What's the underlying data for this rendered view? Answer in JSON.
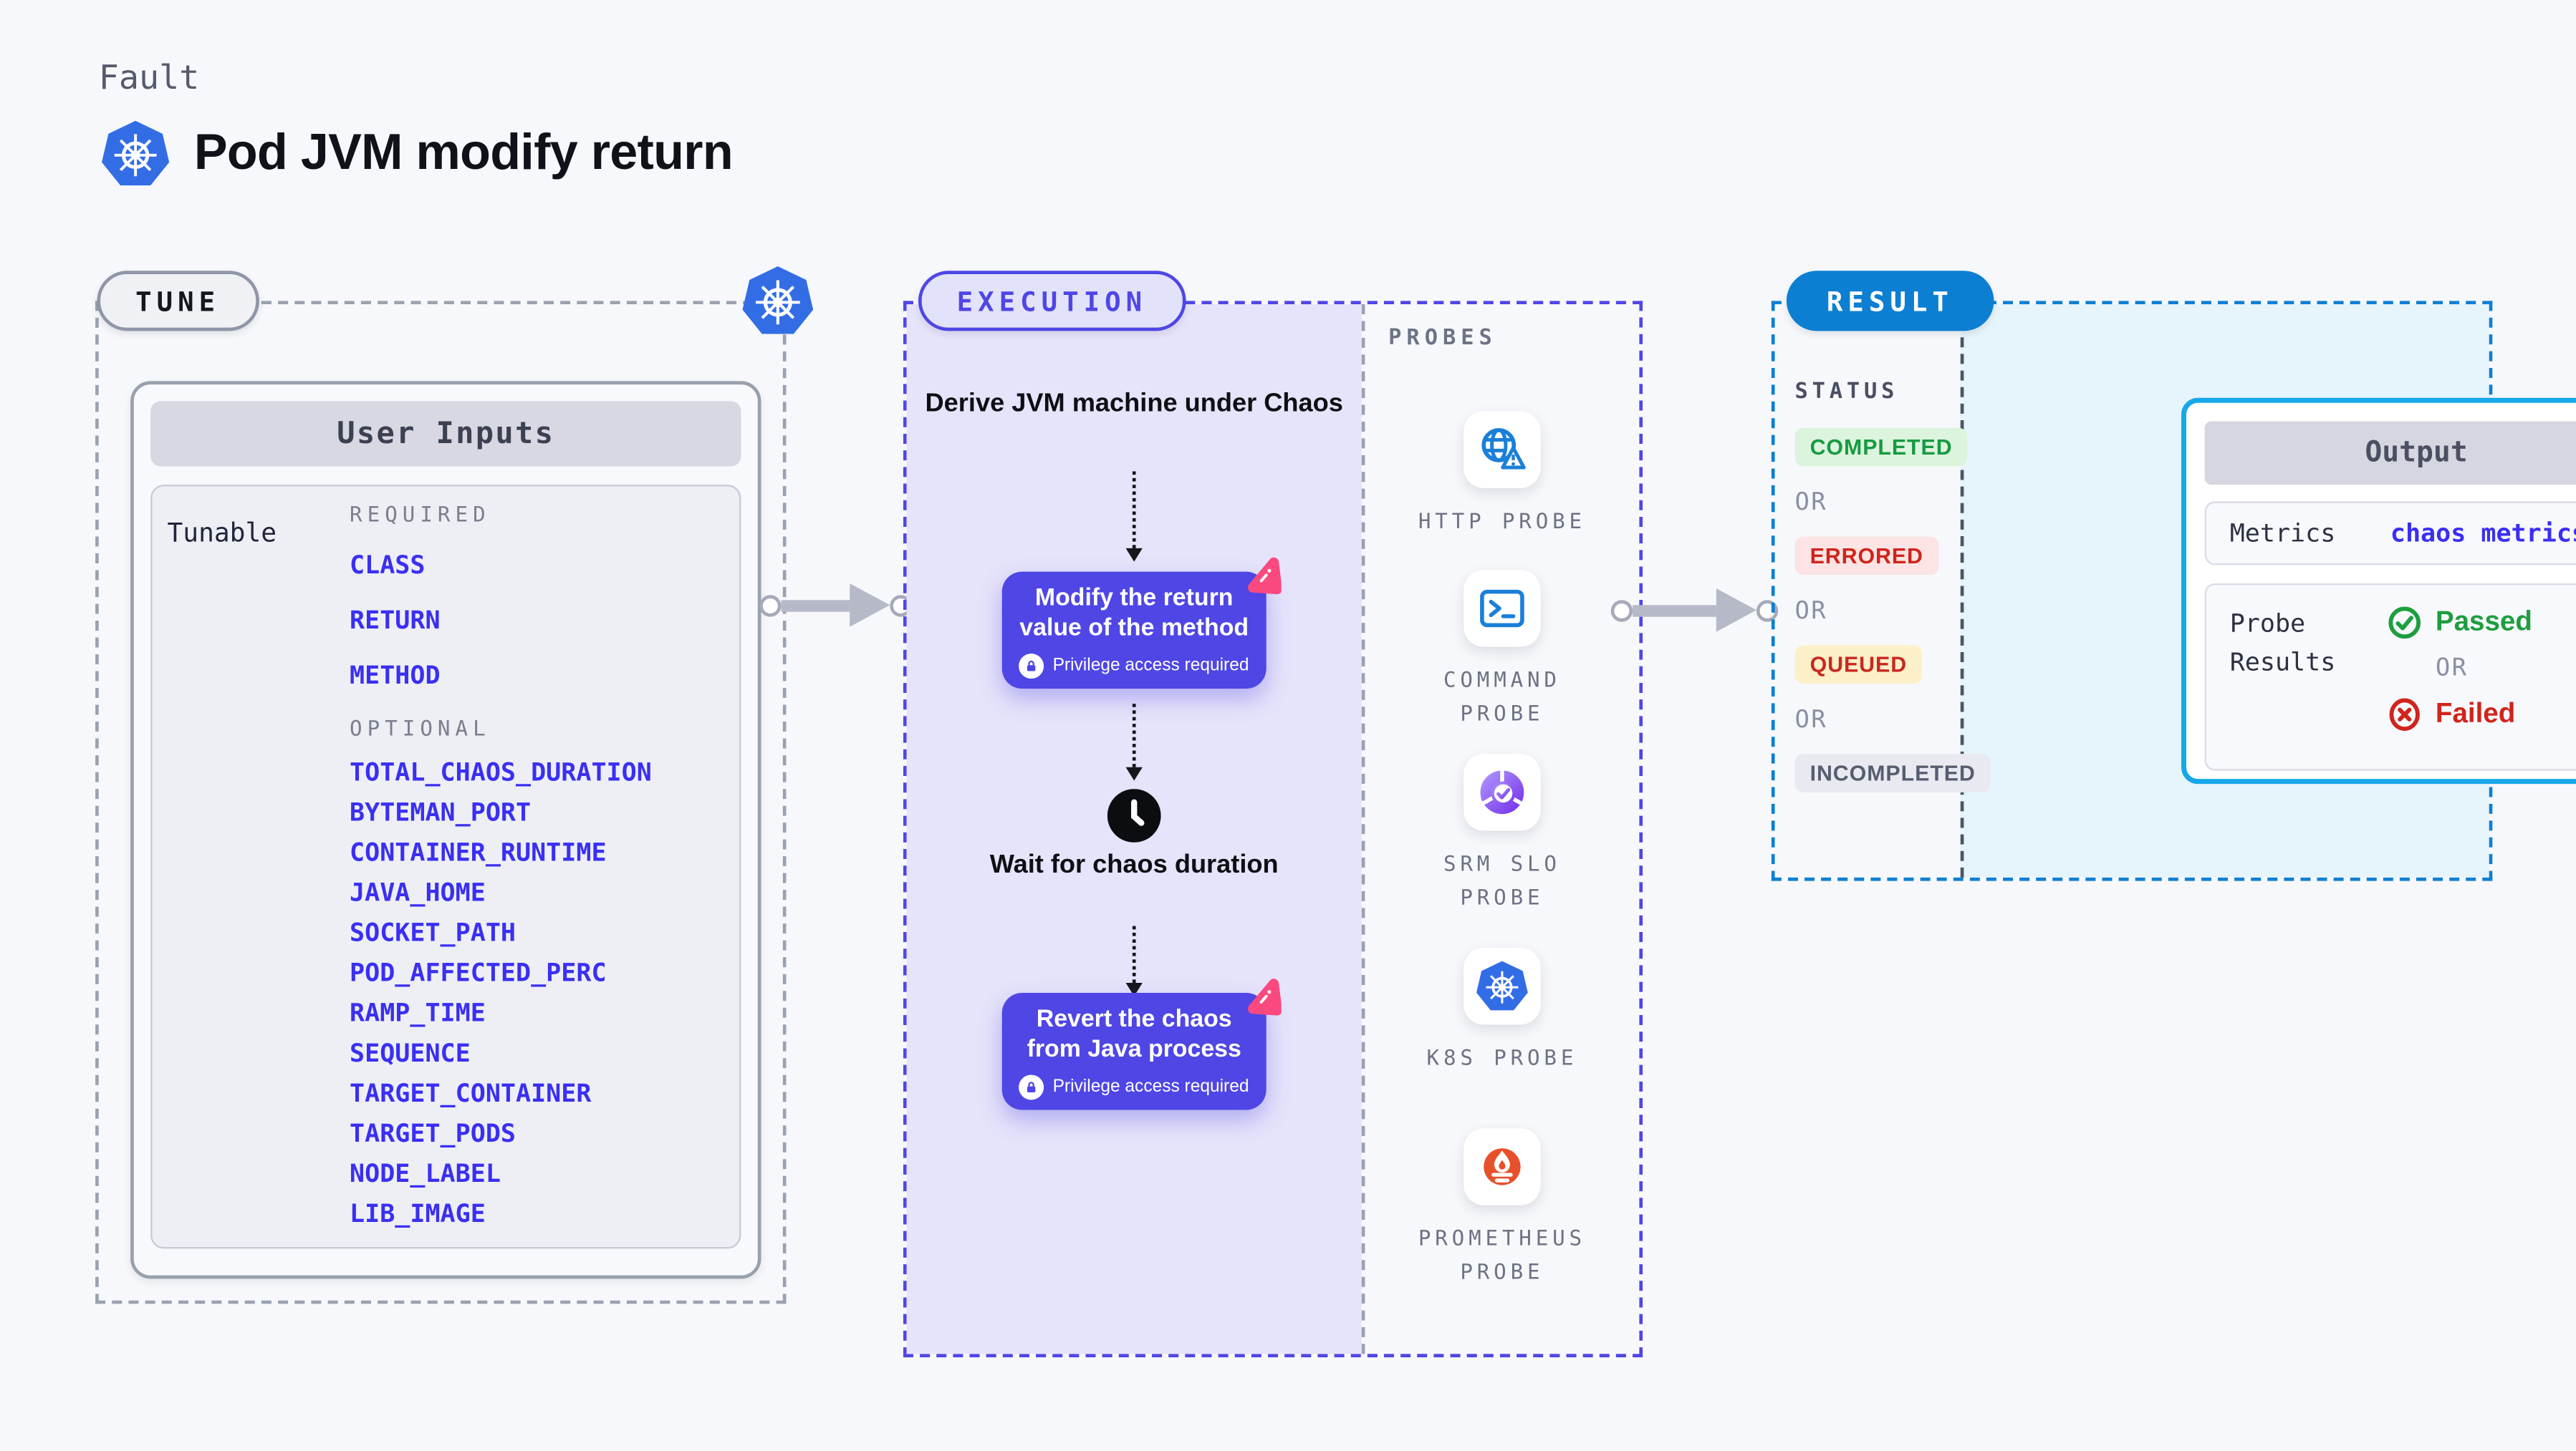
{
  "colors": {
    "page_bg": "#f7f8fb",
    "indigo": "#4f46e5",
    "lavender": "#e6e4fa",
    "blue": "#0d7fd2",
    "cyan_bg": "#e6f4fc",
    "output_border": "#16a7e9",
    "k8s_blue": "#326de6",
    "icon_blue": "#1a7fd8",
    "item_blue": "#3a2ff2",
    "green": "#1d9e3f",
    "green_bg": "#dcf4dd",
    "red": "#d0241c",
    "red_bg": "#fbe4e3",
    "amber_bg": "#fcf0c9",
    "amber_text": "#c8291f",
    "muted_bg": "#e9eaf1",
    "muted_text": "#575d70",
    "gray_dash": "#9aa2af",
    "divider_dark": "#4c5568",
    "arrow_gray": "#b6b9c7",
    "pink": "#f9497f",
    "prometheus_orange": "#e6512c",
    "srm_from": "#a78bfa",
    "srm_to": "#7c3aed"
  },
  "header": {
    "eyebrow": "Fault",
    "title": "Pod JVM modify return",
    "logo_icon": "kubernetes-logo"
  },
  "tune": {
    "badge": "TUNE",
    "corner_icon": "kubernetes-logo",
    "panel_title": "User Inputs",
    "row_label": "Tunable",
    "required_label": "REQUIRED",
    "required_items": [
      "CLASS",
      "RETURN",
      "METHOD"
    ],
    "optional_label": "OPTIONAL",
    "optional_items": [
      "TOTAL_CHAOS_DURATION",
      "BYTEMAN_PORT",
      "CONTAINER_RUNTIME",
      "JAVA_HOME",
      "SOCKET_PATH",
      "POD_AFFECTED_PERC",
      "RAMP_TIME",
      "SEQUENCE",
      "TARGET_CONTAINER",
      "TARGET_PODS",
      "NODE_LABEL",
      "LIB_IMAGE"
    ]
  },
  "execution": {
    "badge": "EXECUTION",
    "step1": "Derive JVM machine under Chaos",
    "step2": {
      "title": "Modify the return value of the method",
      "note": "Privilege access required"
    },
    "step3": "Wait for chaos duration",
    "step4": {
      "title": "Revert the chaos from Java process",
      "note": "Privilege access required"
    }
  },
  "probes": {
    "label": "PROBES",
    "items": [
      {
        "name": "HTTP PROBE",
        "icon": "globe-alert-icon"
      },
      {
        "name": "COMMAND PROBE",
        "icon": "terminal-icon"
      },
      {
        "name": "SRM SLO PROBE",
        "icon": "slo-donut-icon"
      },
      {
        "name": "K8S PROBE",
        "icon": "kubernetes-icon"
      },
      {
        "name": "PROMETHEUS PROBE",
        "icon": "prometheus-icon"
      }
    ]
  },
  "result": {
    "badge": "RESULT",
    "status_label": "STATUS",
    "or": "OR",
    "statuses": [
      "COMPLETED",
      "ERRORED",
      "QUEUED",
      "INCOMPLETED"
    ],
    "output": {
      "title": "Output",
      "metrics_label": "Metrics",
      "metrics_value": "chaos metrics",
      "probe_results_label": "Probe Results",
      "passed": "Passed",
      "or": "OR",
      "failed": "Failed"
    }
  }
}
